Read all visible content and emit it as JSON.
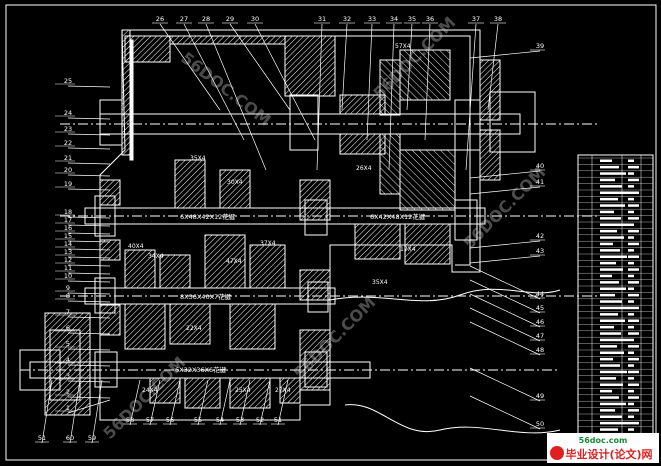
{
  "drawing": {
    "top_balloons": [
      "26",
      "27",
      "28",
      "29",
      "30",
      "31",
      "32",
      "33",
      "34",
      "35",
      "36",
      "37",
      "38"
    ],
    "left_balloons": [
      "25",
      "24",
      "23",
      "22",
      "21",
      "20",
      "19",
      "18",
      "17",
      "16",
      "15",
      "14",
      "13",
      "12",
      "11",
      "10",
      "9",
      "8",
      "7",
      "6",
      "5",
      "4",
      "3",
      "2",
      "1"
    ],
    "bottom_balloons": [
      "51",
      "60",
      "59",
      "58",
      "57",
      "56",
      "55",
      "54",
      "53",
      "52",
      "51"
    ],
    "right_balloons": [
      "39",
      "40",
      "41",
      "42",
      "43",
      "44",
      "45",
      "46",
      "47",
      "48",
      "49",
      "50"
    ],
    "shaft_labels": [
      "6X48X42X12花键",
      "6X42X48X12花键",
      "8X36X40X7花键",
      "6X32X36X6花键"
    ],
    "gear_labels": [
      "35X4",
      "30X4",
      "26X4",
      "40X4",
      "34X4",
      "37X4",
      "47X4",
      "17X4",
      "35X4",
      "22X4",
      "24X4",
      "25X4",
      "27X4",
      "57X4"
    ],
    "watermarks": [
      "56DOC.COM",
      "56DOC.COM",
      "56DOC.COM",
      "56DOC.COM",
      "56DOC.COM"
    ]
  },
  "logo": {
    "url_text": "56doc.com",
    "title_text": "毕业设计(论文)网"
  },
  "colors": {
    "background": "#000000",
    "line": "#ffffff",
    "hatch": "#ffffff",
    "watermark": "#d8d8d8",
    "logo_red": "#e02020",
    "logo_green": "#1a8a3a"
  }
}
